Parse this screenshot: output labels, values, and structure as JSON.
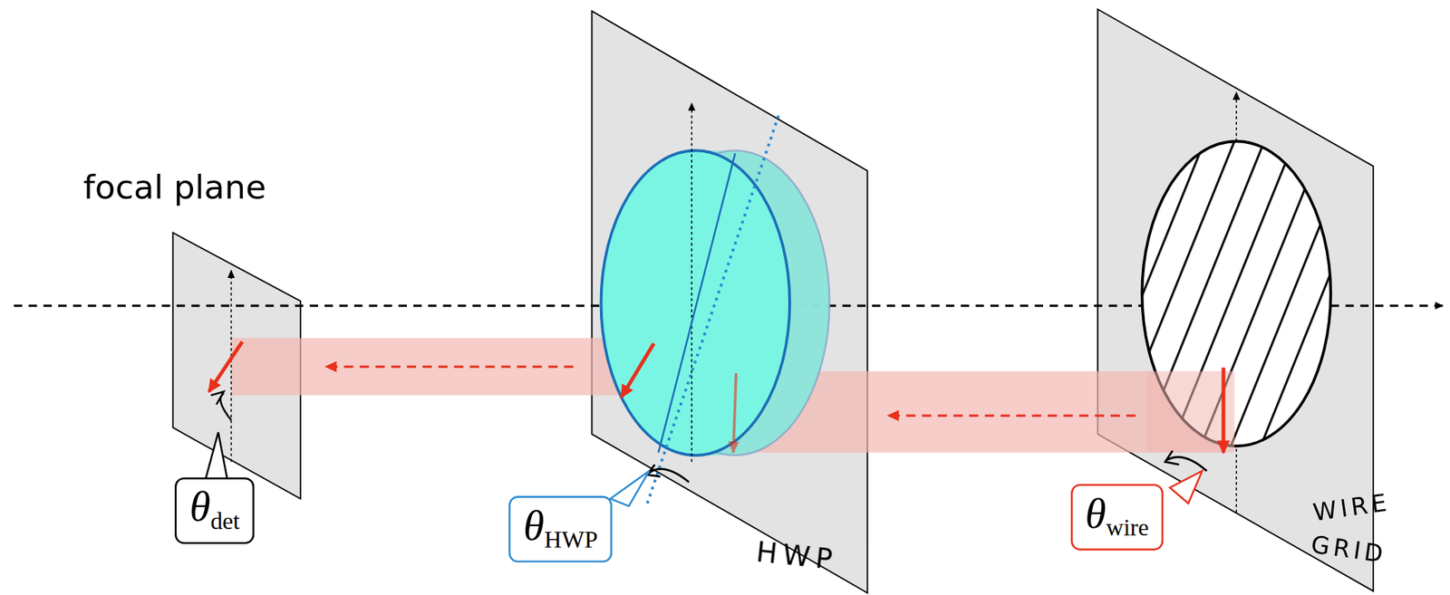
{
  "diagram": {
    "nodes": [
      {
        "text": [
          "θdet"
        ]
      },
      {
        "text": [
          "θHWP"
        ]
      },
      {
        "text": [
          "θwire"
        ]
      }
    ],
    "labels": [
      "focal plane",
      "HWP",
      "WIRE",
      "GRID"
    ]
  }
}
